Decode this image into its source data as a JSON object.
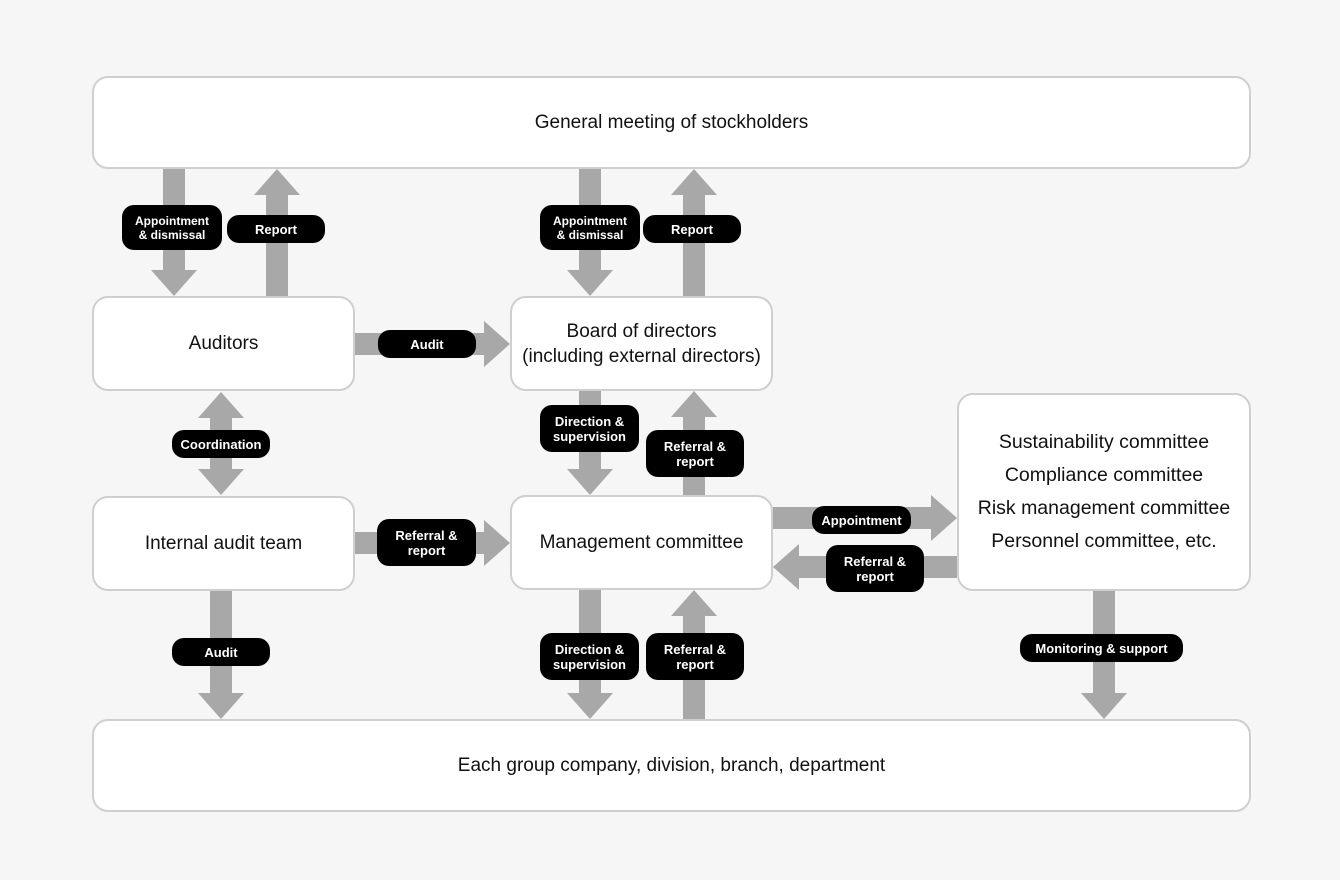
{
  "colors": {
    "background": "#f6f6f6",
    "box_fill": "#ffffff",
    "box_border": "#cfcfcf",
    "arrow": "#a8a8a8",
    "label_fill": "#000000",
    "label_text": "#ffffff"
  },
  "nodes": {
    "stockholders": {
      "lines": [
        "General meeting of stockholders"
      ]
    },
    "auditors": {
      "lines": [
        "Auditors"
      ]
    },
    "board": {
      "lines": [
        "Board of directors",
        "(including external directors)"
      ]
    },
    "internal_audit": {
      "lines": [
        "Internal audit team"
      ]
    },
    "management": {
      "lines": [
        "Management committee"
      ]
    },
    "committees": {
      "lines": [
        "Sustainability committee",
        "Compliance committee",
        "Risk management committee",
        "Personnel committee, etc."
      ]
    },
    "group": {
      "lines": [
        "Each group company, division, branch, department"
      ]
    }
  },
  "edges": {
    "stk_aud_appoint": {
      "lines": [
        "Appointment",
        "& dismissal"
      ]
    },
    "aud_stk_report": {
      "lines": [
        "Report"
      ]
    },
    "stk_board_appoint": {
      "lines": [
        "Appointment",
        "& dismissal"
      ]
    },
    "board_stk_report": {
      "lines": [
        "Report"
      ]
    },
    "aud_board_audit": {
      "lines": [
        "Audit"
      ]
    },
    "aud_internal_coord": {
      "lines": [
        "Coordination"
      ]
    },
    "board_mgmt_direction": {
      "lines": [
        "Direction &",
        "supervision"
      ]
    },
    "mgmt_board_referral": {
      "lines": [
        "Referral &",
        "report"
      ]
    },
    "internal_mgmt_referral": {
      "lines": [
        "Referral &",
        "report"
      ]
    },
    "mgmt_comm_appoint": {
      "lines": [
        "Appointment"
      ]
    },
    "comm_mgmt_referral": {
      "lines": [
        "Referral &",
        "report"
      ]
    },
    "internal_group_audit": {
      "lines": [
        "Audit"
      ]
    },
    "mgmt_group_direction": {
      "lines": [
        "Direction &",
        "supervision"
      ]
    },
    "group_mgmt_referral": {
      "lines": [
        "Referral &",
        "report"
      ]
    },
    "comm_group_monitor": {
      "lines": [
        "Monitoring & support"
      ]
    }
  }
}
